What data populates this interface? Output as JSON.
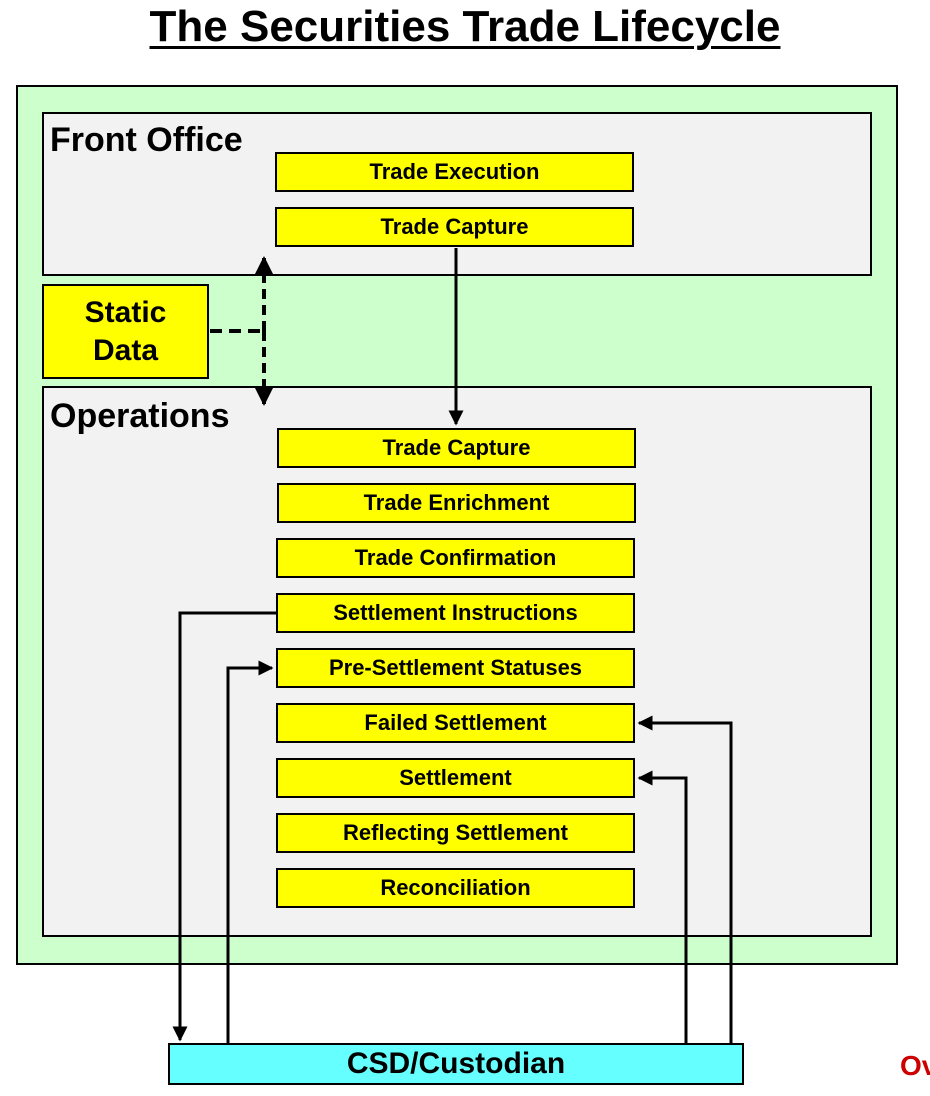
{
  "title": "The Securities Trade Lifecycle",
  "front_office": {
    "label": "Front Office",
    "steps": [
      "Trade Execution",
      "Trade Capture"
    ]
  },
  "static_data": {
    "line1": "Static",
    "line2": "Data"
  },
  "operations": {
    "label": "Operations",
    "steps": [
      "Trade Capture",
      "Trade Enrichment",
      "Trade Confirmation",
      "Settlement Instructions",
      "Pre-Settlement Statuses",
      "Failed Settlement",
      "Settlement",
      "Reflecting Settlement",
      "Reconciliation"
    ]
  },
  "csd": {
    "label": "CSD/Custodian"
  },
  "corner_text": "Ov",
  "colors": {
    "outer_background": "#ccffcc",
    "panel_background": "#f2f2f2",
    "step_fill": "#ffff00",
    "csd_fill": "#66ffff",
    "corner_text": "#cc0000"
  }
}
